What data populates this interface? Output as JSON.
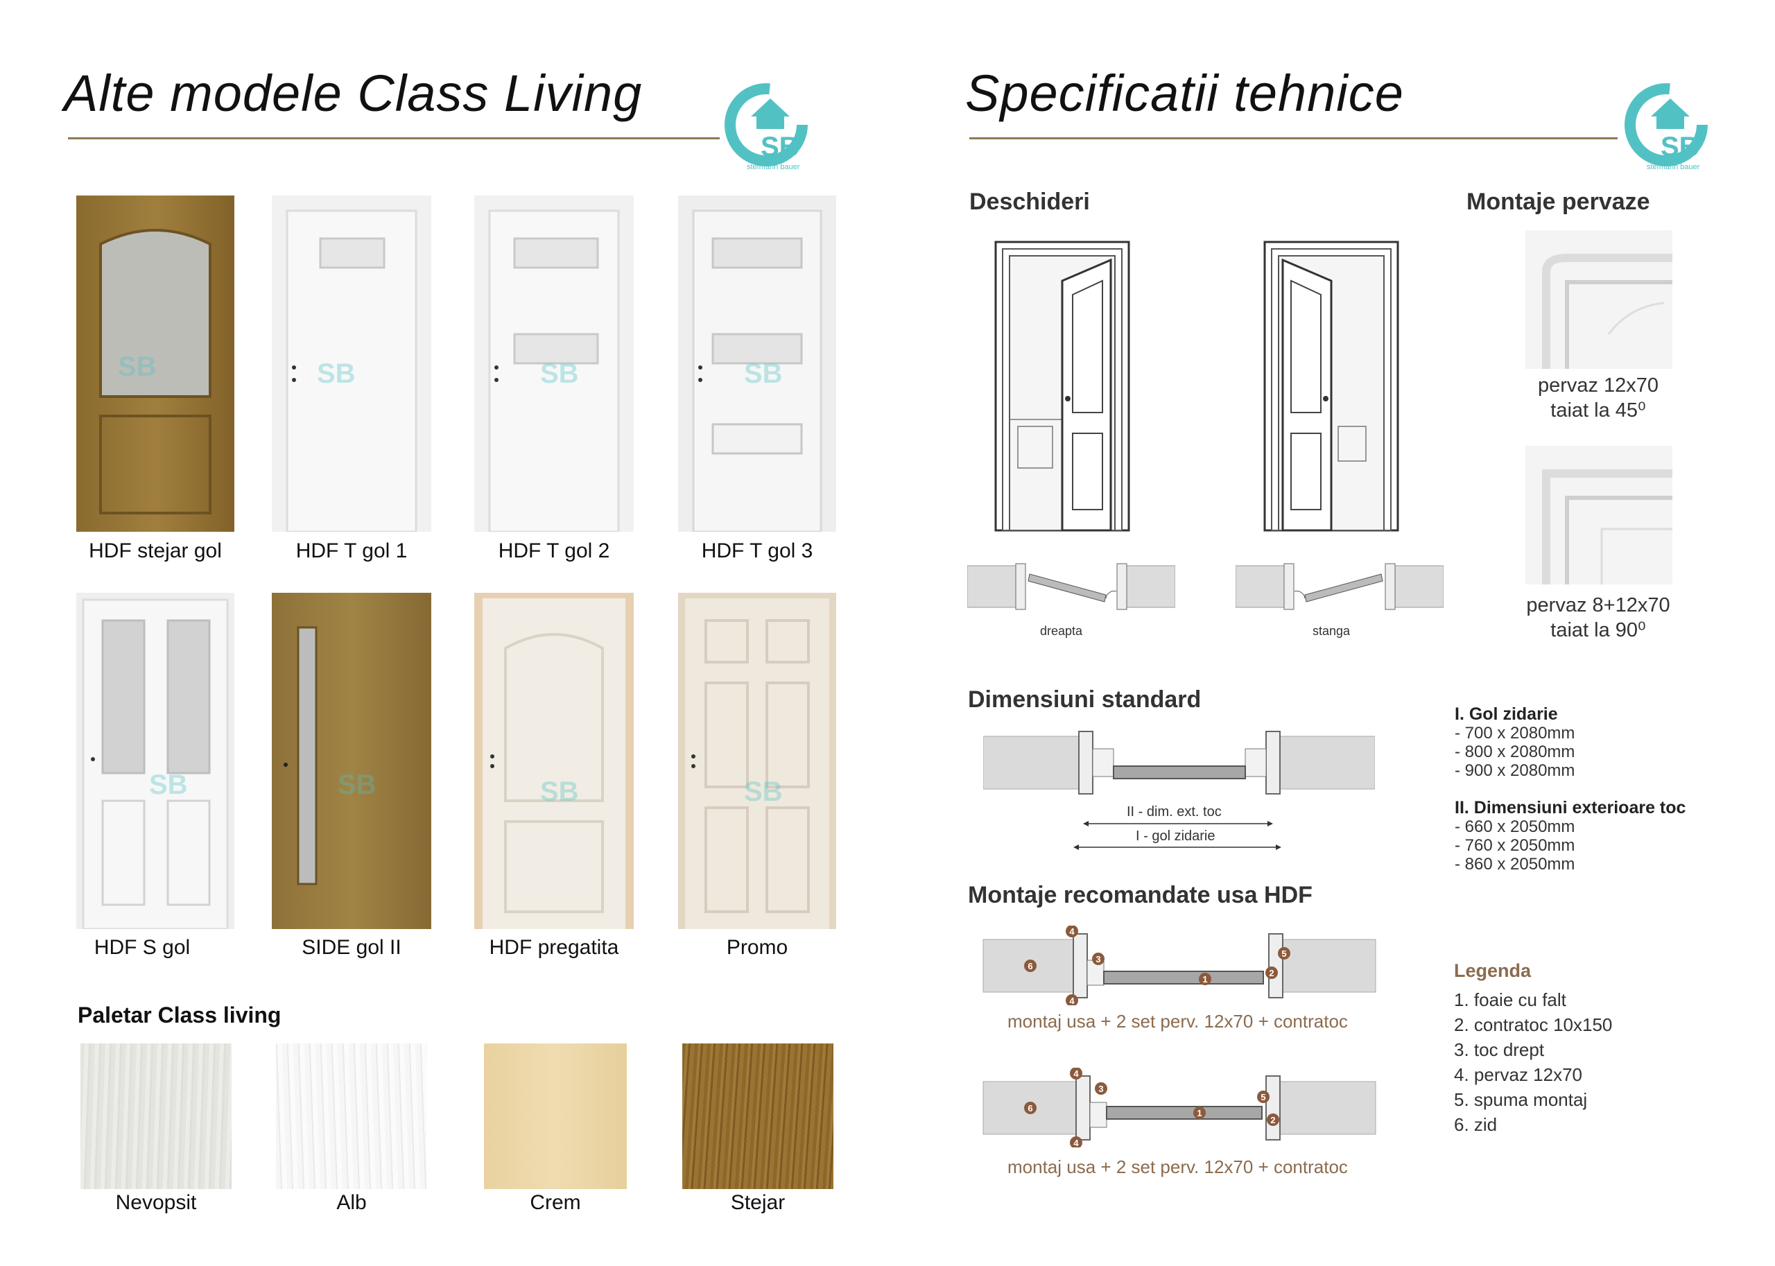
{
  "left": {
    "title": "Alte modele Class Living",
    "logo": {
      "text": "SB",
      "tagline": "stefmann bauer",
      "color": "#52c1c4"
    },
    "doors": [
      {
        "label": "HDF stejar gol",
        "finish": "oak",
        "glass": "arch"
      },
      {
        "label": "HDF T gol 1",
        "finish": "white",
        "glass": "t1"
      },
      {
        "label": "HDF T gol 2",
        "finish": "white",
        "glass": "t2"
      },
      {
        "label": "HDF T gol 3",
        "finish": "white",
        "glass": "t3"
      },
      {
        "label": "HDF S gol",
        "finish": "white",
        "glass": "s"
      },
      {
        "label": "SIDE gol II",
        "finish": "oak",
        "glass": "side"
      },
      {
        "label": "HDF pregatita",
        "finish": "cream",
        "glass": "none"
      },
      {
        "label": "Promo",
        "finish": "cream",
        "glass": "promo"
      }
    ],
    "palette": {
      "title": "Paletar Class living",
      "swatches": [
        {
          "label": "Nevopsit",
          "color": "#e6e6e1"
        },
        {
          "label": "Alb",
          "color": "#f4f4f4"
        },
        {
          "label": "Crem",
          "color": "#ecd9a8"
        },
        {
          "label": "Stejar",
          "color": "#8f6a2e"
        }
      ]
    }
  },
  "right": {
    "title": "Specificatii tehnice",
    "logo": {
      "text": "SB",
      "tagline": "stefmann bauer",
      "color": "#52c1c4"
    },
    "openings": {
      "title": "Deschideri",
      "left_label": "dreapta",
      "right_label": "stanga"
    },
    "trim": {
      "title": "Montaje pervaze",
      "items": [
        {
          "line1": "pervaz 12x70",
          "line2": "taiat la 45⁰"
        },
        {
          "line1": "pervaz 8+12x70",
          "line2": "taiat la 90⁰"
        }
      ]
    },
    "standard": {
      "title": "Dimensiuni standard",
      "dim_label_2": "II - dim. ext. toc",
      "dim_label_1": "I - gol zidarie",
      "group1": {
        "title": "I. Gol zidarie",
        "items": [
          "- 700 x 2080mm",
          "- 800 x 2080mm",
          "- 900 x 2080mm"
        ]
      },
      "group2": {
        "title": "II. Dimensiuni exterioare toc",
        "items": [
          "- 660 x 2050mm",
          "- 760 x 2050mm",
          "- 860 x 2050mm"
        ]
      }
    },
    "mounting": {
      "title": "Montaje recomandate usa HDF",
      "caption1": "montaj usa + 2 set perv. 12x70 + contratoc",
      "caption2": "montaj usa + 2 set perv. 12x70 + contratoc",
      "legend_title": "Legenda",
      "legend": [
        "1. foaie cu falt",
        "2. contratoc 10x150",
        "3. toc drept",
        "4. pervaz 12x70",
        "5. spuma montaj",
        "6. zid"
      ],
      "markers": [
        "1",
        "2",
        "3",
        "4",
        "5",
        "6"
      ]
    }
  },
  "colors": {
    "accent": "#8b7a55",
    "brand": "#52c1c4",
    "marker": "#8b5a3c"
  }
}
